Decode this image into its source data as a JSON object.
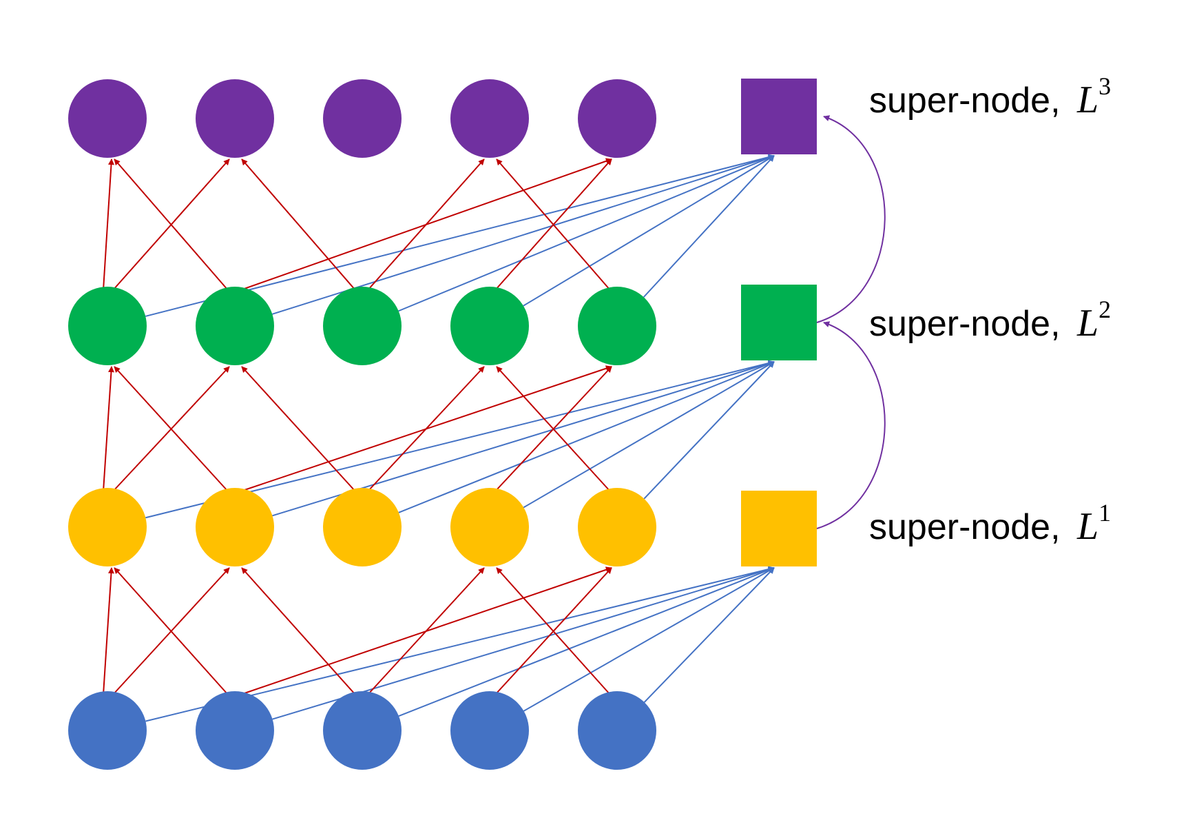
{
  "layers": [
    {
      "id": 0,
      "color": "#4472C4",
      "label_text": "",
      "label_var": "",
      "label_sup": "",
      "has_supernode": false
    },
    {
      "id": 1,
      "color": "#FFC000",
      "label_text": "super-node, ",
      "label_var": "L",
      "label_sup": "1",
      "has_supernode": true
    },
    {
      "id": 2,
      "color": "#00B050",
      "label_text": "super-node, ",
      "label_var": "L",
      "label_sup": "2",
      "has_supernode": true
    },
    {
      "id": 3,
      "color": "#7030A0",
      "label_text": "super-node, ",
      "label_var": "L",
      "label_sup": "3",
      "has_supernode": true
    }
  ],
  "nodes_per_layer": 5,
  "edge_colors": {
    "node_to_node": "#C00000",
    "node_to_supernode": "#4472C4",
    "supernode_to_supernode": "#7030A0"
  },
  "node_edges": [
    [
      0,
      0
    ],
    [
      1,
      0
    ],
    [
      0,
      1
    ],
    [
      2,
      1
    ],
    [
      1,
      4
    ],
    [
      4,
      3
    ],
    [
      2,
      3
    ],
    [
      3,
      4
    ]
  ]
}
